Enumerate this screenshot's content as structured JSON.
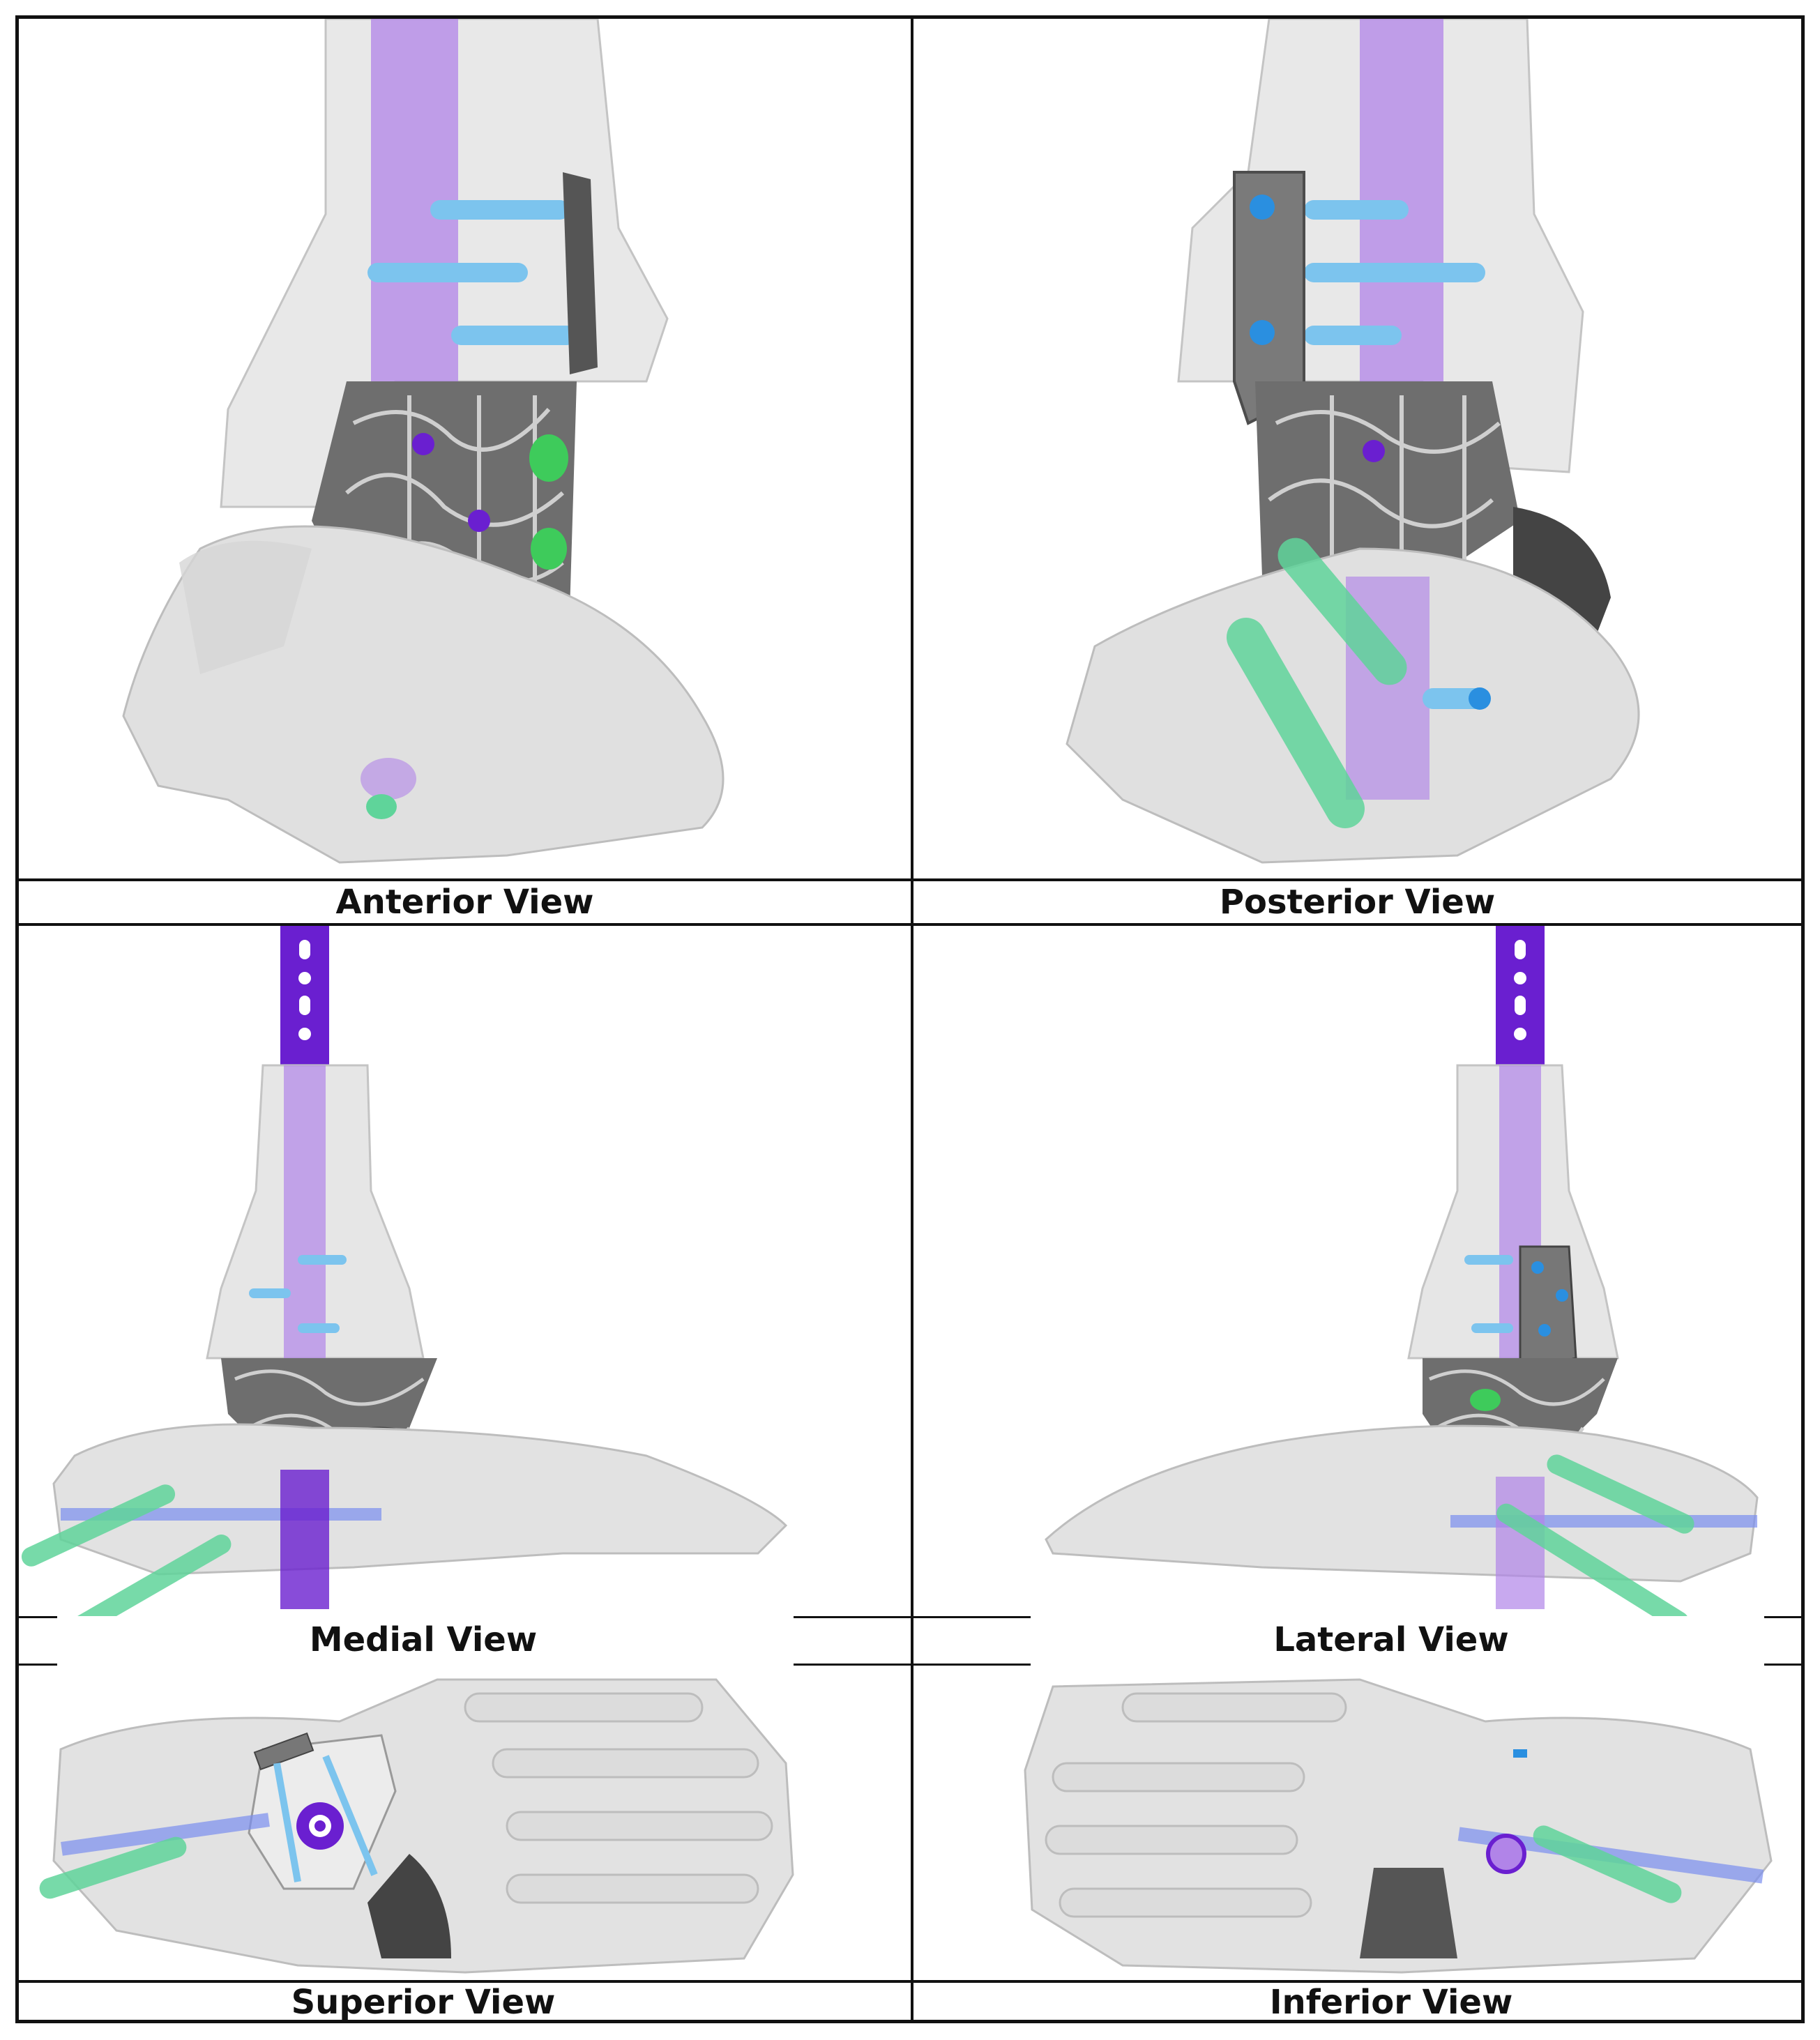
{
  "views": {
    "anterior": "Anterior View",
    "posterior": "Posterior View",
    "medial": "Medial View",
    "lateral": "Lateral View",
    "superior": "Superior View",
    "inferior": "Inferior View"
  },
  "colors": {
    "bone": "#e6e6e6",
    "bone_edge": "#bdbdbd",
    "rod_light": "#b184e8",
    "rod_dark": "#6a1fd0",
    "screw_blue": "#7cc4ee",
    "screw_green": "#5fd49a",
    "implant": "#6e6e6e",
    "frame": "#111111"
  }
}
